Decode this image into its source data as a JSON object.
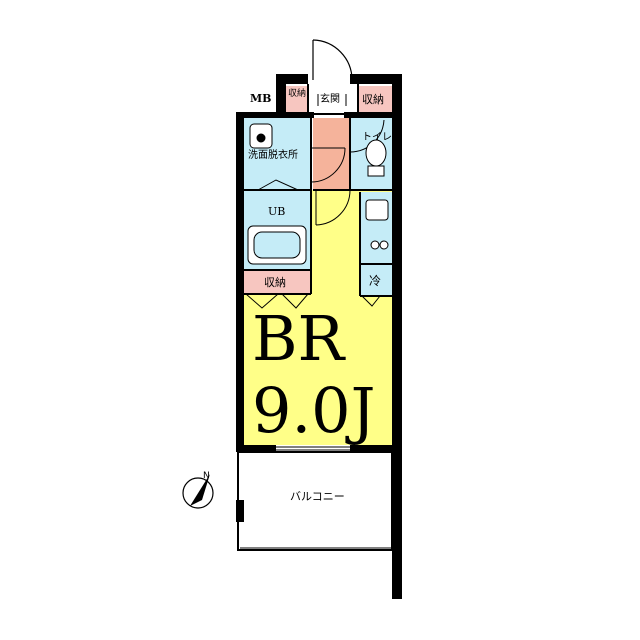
{
  "rooms": {
    "mb": "MB",
    "storage_top_small": "収納",
    "entrance": "玄関",
    "storage_top_right": "収納",
    "toilet": "トイレ",
    "washroom": "洗面脱衣所",
    "unit_bath": "UB",
    "storage_mid": "収納",
    "fridge": "冷",
    "bedroom_name": "BR",
    "bedroom_size": "9.0J",
    "balcony": "バルコニー"
  },
  "compass": {
    "north_label": "N"
  },
  "colors": {
    "bedroom": "#ffff88",
    "wet_area": "#c5ecf7",
    "entrance": "#f5b39b",
    "storage": "#f7c6c0",
    "wall": "#000000"
  }
}
